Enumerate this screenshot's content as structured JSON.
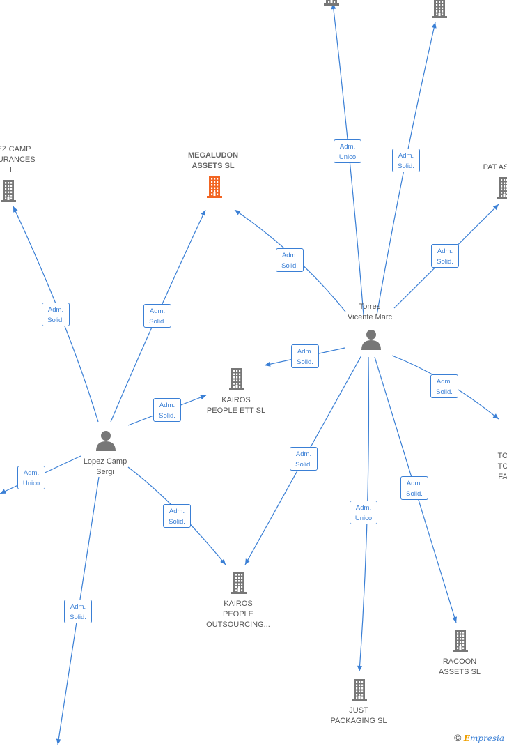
{
  "nodes": [
    {
      "id": "megaludon",
      "type": "company",
      "highlight": true,
      "label": [
        "MEGALUDON",
        "ASSETS SL"
      ]
    },
    {
      "id": "lopez_camp_assurances",
      "type": "company",
      "label": [
        "EZ CAMP",
        "SURANCES",
        "I..."
      ]
    },
    {
      "id": "pat_as",
      "type": "company",
      "label": [
        "PAT AS"
      ]
    },
    {
      "id": "top_left_company",
      "type": "company",
      "label": []
    },
    {
      "id": "top_right_company",
      "type": "company",
      "label": []
    },
    {
      "id": "torres",
      "type": "person",
      "label": [
        "Torres",
        "Vicente Marc"
      ]
    },
    {
      "id": "lopez",
      "type": "person",
      "label": [
        "Lopez Camp",
        "Sergi"
      ]
    },
    {
      "id": "kairos_ett",
      "type": "company",
      "label": [
        "KAIROS",
        "PEOPLE ETT SL"
      ]
    },
    {
      "id": "kairos_outsourcing",
      "type": "company",
      "label": [
        "KAIROS",
        "PEOPLE",
        "OUTSOURCING..."
      ]
    },
    {
      "id": "just_packaging",
      "type": "company",
      "label": [
        "JUST",
        "PACKAGING SL"
      ]
    },
    {
      "id": "racoon",
      "type": "company",
      "label": [
        "RACOON",
        "ASSETS SL"
      ]
    },
    {
      "id": "to_fa",
      "type": "company",
      "label": [
        "TO",
        "TC",
        "FA"
      ]
    }
  ],
  "edges": [
    {
      "from": "torres",
      "to": "top_left_company",
      "label": [
        "Adm.",
        "Unico"
      ]
    },
    {
      "from": "torres",
      "to": "top_right_company",
      "label": [
        "Adm.",
        "Solid."
      ]
    },
    {
      "from": "torres",
      "to": "megaludon",
      "label": [
        "Adm.",
        "Solid."
      ]
    },
    {
      "from": "torres",
      "to": "pat_as",
      "label": [
        "Adm.",
        "Solid."
      ]
    },
    {
      "from": "torres",
      "to": "kairos_ett",
      "label": [
        "Adm.",
        "Solid."
      ]
    },
    {
      "from": "torres",
      "to": "to_fa",
      "label": [
        "Adm.",
        "Solid."
      ]
    },
    {
      "from": "torres",
      "to": "kairos_outsourcing",
      "label": [
        "Adm.",
        "Solid."
      ]
    },
    {
      "from": "torres",
      "to": "just_packaging",
      "label": [
        "Adm.",
        "Unico"
      ]
    },
    {
      "from": "torres",
      "to": "racoon",
      "label": [
        "Adm.",
        "Solid."
      ]
    },
    {
      "from": "lopez",
      "to": "lopez_camp_assurances",
      "label": [
        "Adm.",
        "Solid."
      ]
    },
    {
      "from": "lopez",
      "to": "megaludon",
      "label": [
        "Adm.",
        "Solid."
      ]
    },
    {
      "from": "lopez",
      "to": "kairos_ett",
      "label": [
        "Adm.",
        "Solid."
      ]
    },
    {
      "from": "lopez",
      "to": "left_offscreen",
      "label": [
        "Adm.",
        "Unico"
      ]
    },
    {
      "from": "lopez",
      "to": "kairos_outsourcing",
      "label": [
        "Adm.",
        "Solid."
      ]
    },
    {
      "from": "lopez",
      "to": "bottom_offscreen",
      "label": [
        "Adm.",
        "Solid."
      ]
    }
  ],
  "footer": {
    "copyright": "©",
    "brand_initial": "E",
    "brand_rest": "mpresia"
  },
  "colors": {
    "edge": "#3a7fd5",
    "company": "#777777",
    "highlight": "#f26522",
    "person": "#777777"
  }
}
